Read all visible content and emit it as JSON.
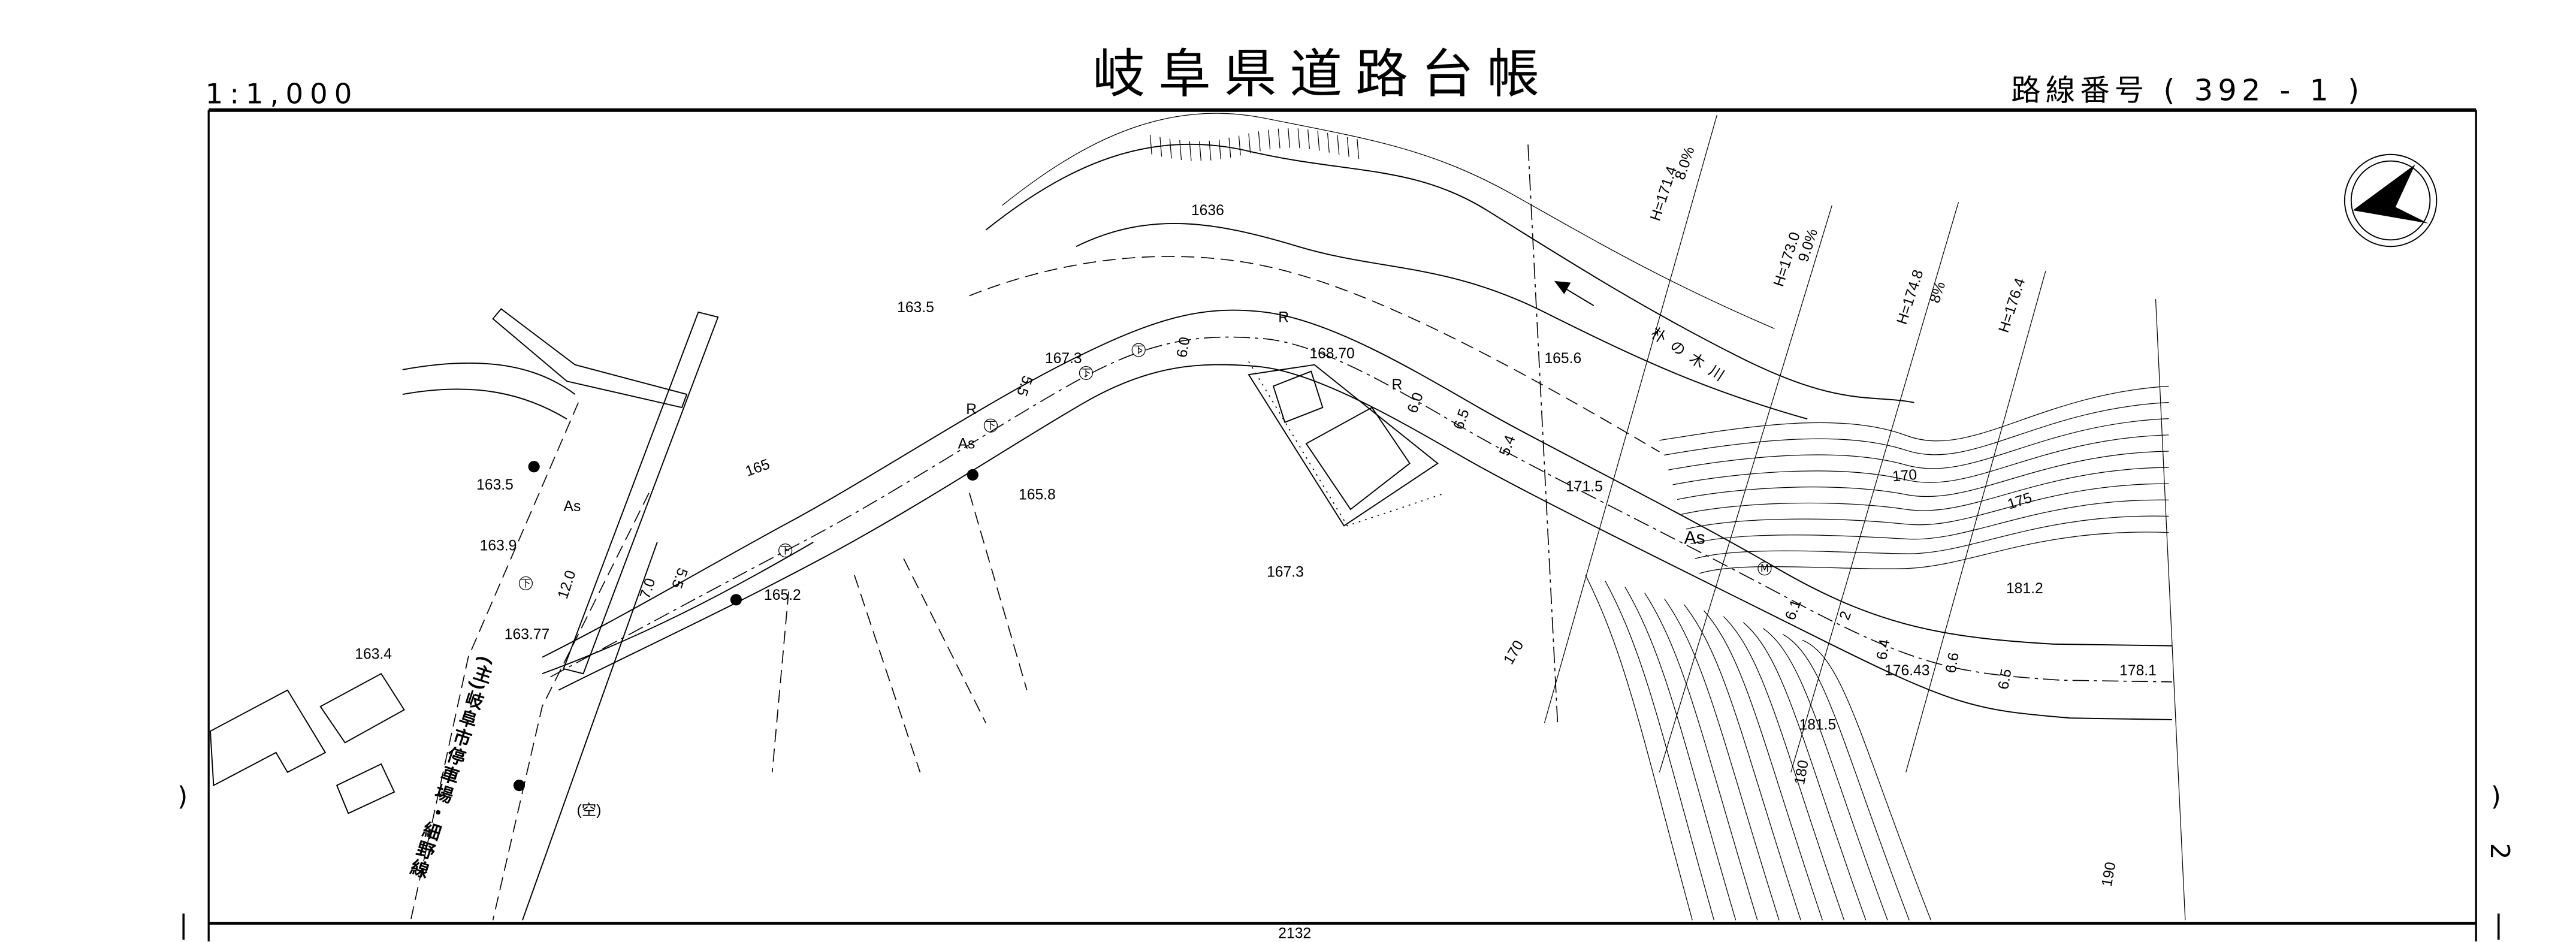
{
  "header": {
    "scale": "1:1,000",
    "title": "岐阜県道路台帳",
    "route_number": "路線番号 ( 392 -  1  )"
  },
  "margin": {
    "left_paren": ")",
    "left_bar": "|",
    "right_paren": ")",
    "right_page": "2",
    "right_bar": "|"
  },
  "map": {
    "road_name": "(主)岐阜市停車場・細野線",
    "river_name": "朴の木川",
    "vacant_label": "(空)",
    "manhole_symbol": "下",
    "meter_symbol": "M",
    "elevations": [
      "163.5",
      "163.9",
      "163.77",
      "163.4",
      "163.5",
      "1636",
      "167.3",
      "168.70",
      "165.8",
      "165.2",
      "167.3",
      "165.6",
      "171.5",
      "181.2",
      "176.43",
      "178.1",
      "181.5"
    ],
    "surface_labels": [
      "As",
      "As",
      "As"
    ],
    "contour_labels": [
      "165",
      "170",
      "175",
      "170",
      "180",
      "190"
    ],
    "grade_markers": [
      {
        "height": "H=171.4",
        "grade": "8.0%"
      },
      {
        "height": "H=173.0",
        "grade": "9.0%"
      },
      {
        "height": "H=174.8",
        "grade": "8%"
      },
      {
        "height": "H=176.4",
        "grade": ""
      }
    ],
    "widths": [
      "12.0",
      "7.0",
      "5.5",
      "5.5",
      "6.0",
      "6.0",
      "6.5",
      "5.4",
      "6.1",
      "2",
      "6.4",
      "6.6",
      "6.5"
    ],
    "curve_labels": [
      "R",
      "R",
      "R"
    ],
    "next_sheet_label": "2132"
  }
}
